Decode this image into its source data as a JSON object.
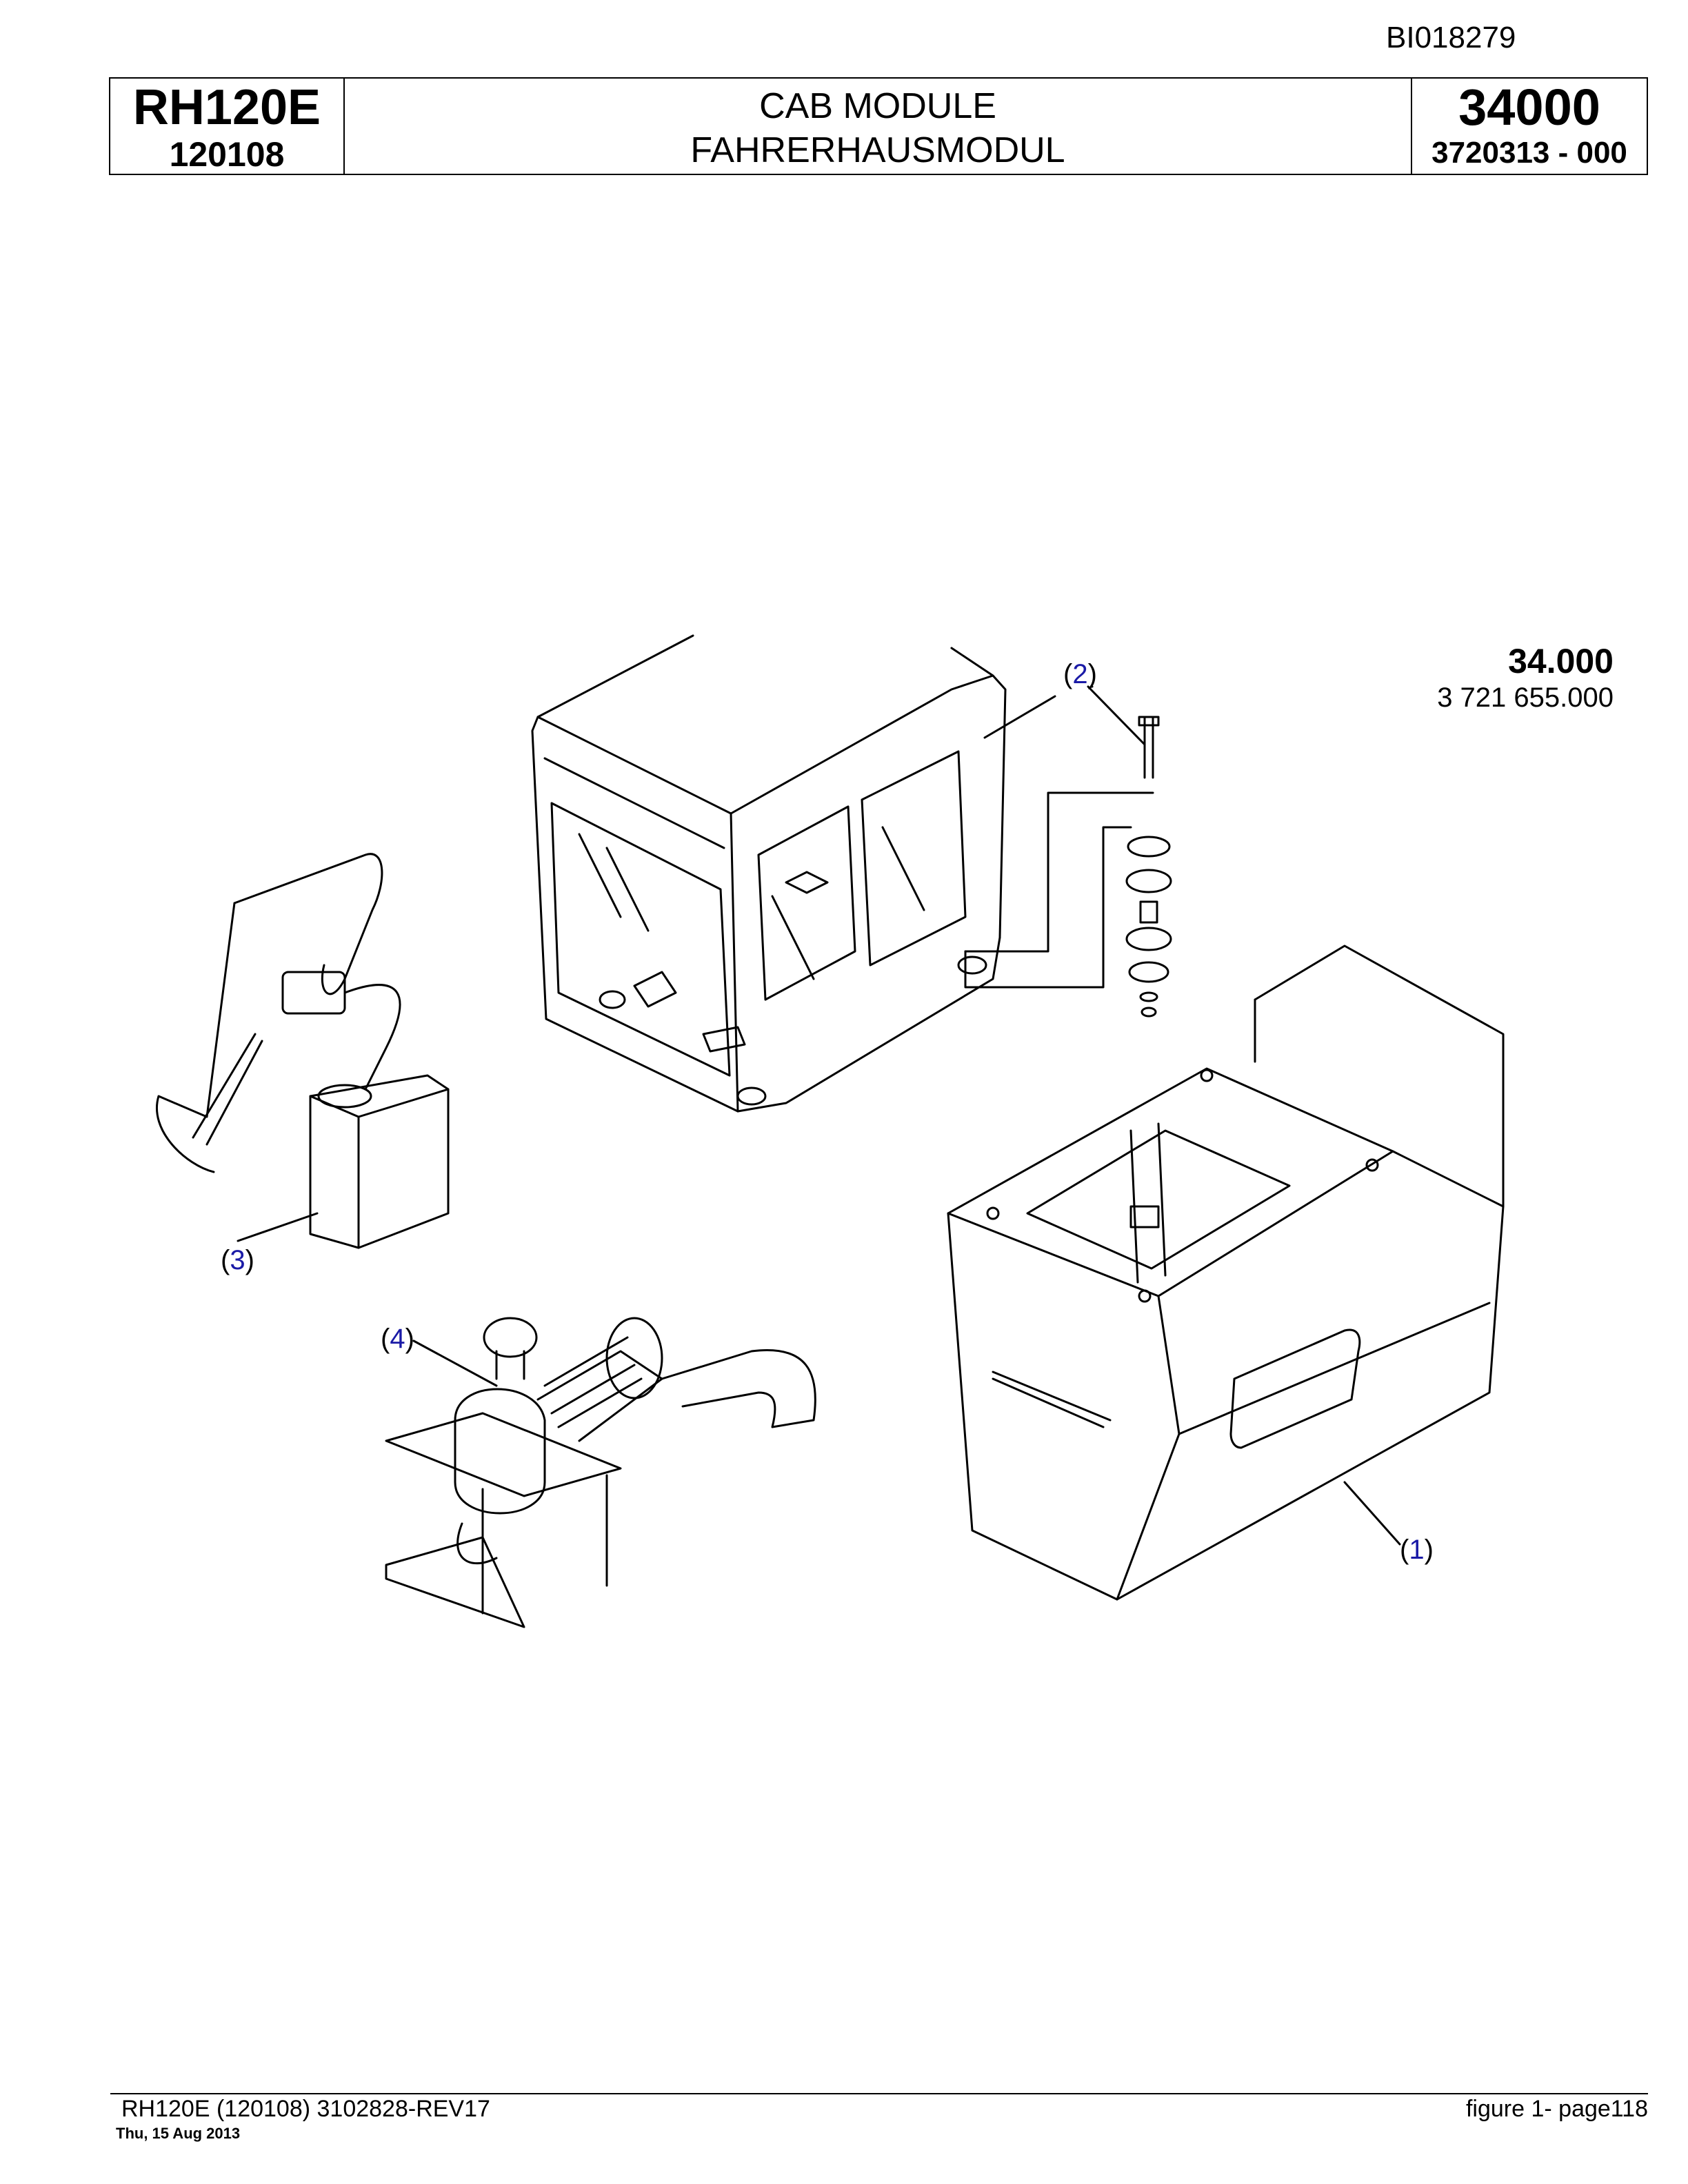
{
  "document_id": "BI018279",
  "header": {
    "model": "RH120E",
    "serial": "120108",
    "title_en": "CAB MODULE",
    "title_de": "FAHRERHAUSMODUL",
    "group_number": "34000",
    "part_number": "3720313  - 000"
  },
  "section": {
    "number": "34.000",
    "part_number": "3 721 655.000"
  },
  "callouts": {
    "c1": "1",
    "c2": "2",
    "c3": "3",
    "c4": "4"
  },
  "footer": {
    "left": "RH120E (120108) 3102828-REV17",
    "date": "Thu, 15 Aug 2013",
    "right": "figure  1- page118"
  }
}
